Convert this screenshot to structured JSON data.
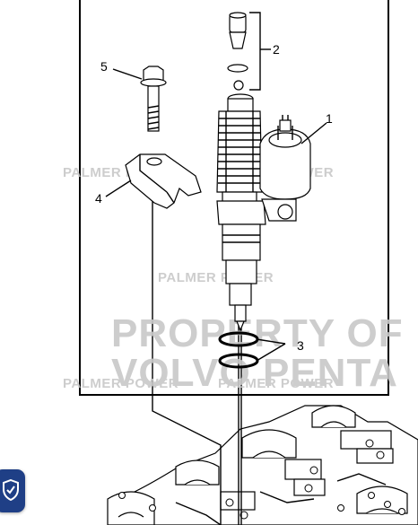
{
  "diagram": {
    "callouts": [
      {
        "id": "1",
        "label": "1"
      },
      {
        "id": "2",
        "label": "2"
      },
      {
        "id": "3",
        "label": "3"
      },
      {
        "id": "4",
        "label": "4"
      },
      {
        "id": "5",
        "label": "5"
      }
    ],
    "watermarks": {
      "palmer_power": "PALMER POWER",
      "property_line1": "PROPERTY OF",
      "property_line2": "VOLVO PENTA"
    }
  },
  "colors": {
    "line": "#000000",
    "watermark": "#c8c8c8",
    "badge": "#1f3f86"
  },
  "icons": {
    "badge_icon": "shield-check-icon"
  }
}
